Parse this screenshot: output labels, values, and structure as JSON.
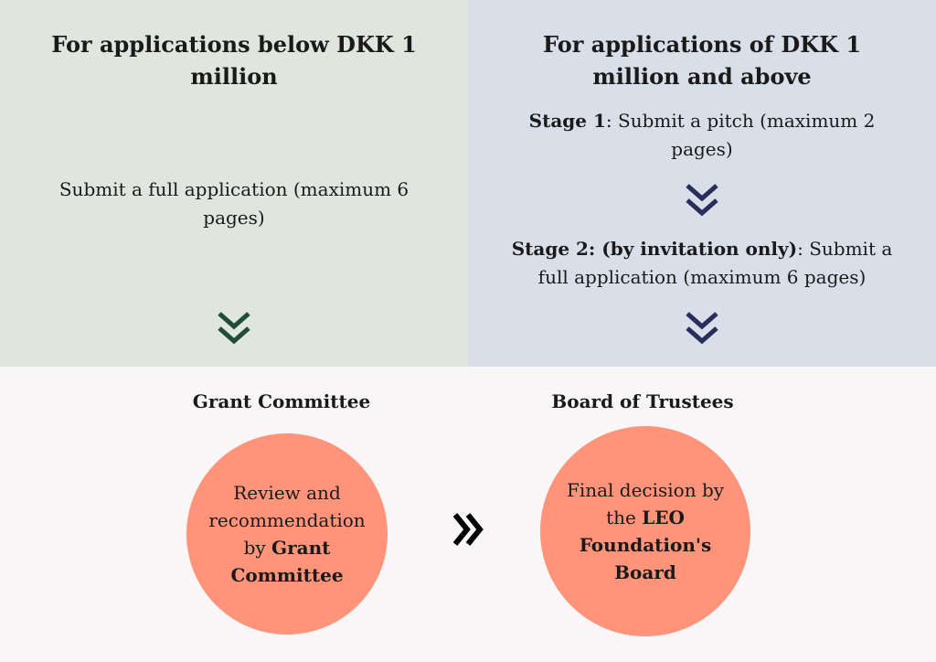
{
  "left_panel": {
    "heading": "For applications below DKK 1 million",
    "text": "Submit a full application (maximum 6 pages)"
  },
  "right_panel": {
    "heading": "For applications of DKK 1 million and above",
    "stage1_label": "Stage 1",
    "stage1_text": ": Submit a pitch (maximum 2 pages)",
    "stage2_label": "Stage 2: (by invitation only)",
    "stage2_text": ": Submit a full application (maximum 6 pages)"
  },
  "grant_committee": {
    "title": "Grant Committee",
    "circle_text": "Review and recommendation by",
    "circle_bold": "Grant Committee"
  },
  "board": {
    "title": "Board of Trustees",
    "circle_text": "Final decision by the",
    "circle_bold": "LEO Foundation's Board"
  },
  "colors": {
    "left_bg": "#e0e5de",
    "right_bg": "#d9dfe9",
    "green_arrow": "#1f4d35",
    "navy_arrow": "#2a2d5c",
    "circle_fill": "#ff947a"
  },
  "icons": [
    "double-chevron-down-icon",
    "double-chevron-right-icon"
  ]
}
